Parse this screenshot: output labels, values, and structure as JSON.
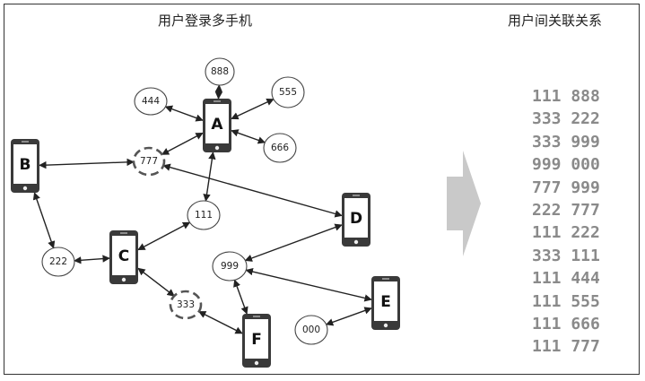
{
  "title_left": "用户登录多手机",
  "title_right": "用户间关联关系",
  "phones": [
    {
      "id": "A",
      "label": "A"
    },
    {
      "id": "B",
      "label": "B"
    },
    {
      "id": "C",
      "label": "C"
    },
    {
      "id": "D",
      "label": "D"
    },
    {
      "id": "E",
      "label": "E"
    },
    {
      "id": "F",
      "label": "F"
    }
  ],
  "users": [
    {
      "id": "888",
      "label": "888",
      "dashed": false
    },
    {
      "id": "444",
      "label": "444",
      "dashed": false
    },
    {
      "id": "555",
      "label": "555",
      "dashed": false
    },
    {
      "id": "666",
      "label": "666",
      "dashed": false
    },
    {
      "id": "777",
      "label": "777",
      "dashed": true
    },
    {
      "id": "111",
      "label": "111",
      "dashed": false
    },
    {
      "id": "222",
      "label": "222",
      "dashed": false
    },
    {
      "id": "999",
      "label": "999",
      "dashed": false
    },
    {
      "id": "333",
      "label": "333",
      "dashed": true
    },
    {
      "id": "000",
      "label": "000",
      "dashed": false
    }
  ],
  "links": [
    [
      "A",
      "888"
    ],
    [
      "A",
      "444"
    ],
    [
      "A",
      "555"
    ],
    [
      "A",
      "666"
    ],
    [
      "A",
      "777"
    ],
    [
      "A",
      "111"
    ],
    [
      "B",
      "777"
    ],
    [
      "B",
      "222"
    ],
    [
      "C",
      "222"
    ],
    [
      "C",
      "111"
    ],
    [
      "C",
      "333"
    ],
    [
      "D",
      "777"
    ],
    [
      "D",
      "999"
    ],
    [
      "E",
      "999"
    ],
    [
      "E",
      "000"
    ],
    [
      "F",
      "999"
    ],
    [
      "F",
      "333"
    ]
  ],
  "pairs": [
    "111 888",
    "333 222",
    "333 999",
    "999 000",
    "777 999",
    "222 777",
    "111 222",
    "333 111",
    "111 444",
    "111 555",
    "111 666",
    "111 777"
  ],
  "colors": {
    "arrow": "#c9c9c9",
    "pairs_text": "#8a8a8a",
    "phone": "#3a3a3a",
    "line": "#222222"
  }
}
